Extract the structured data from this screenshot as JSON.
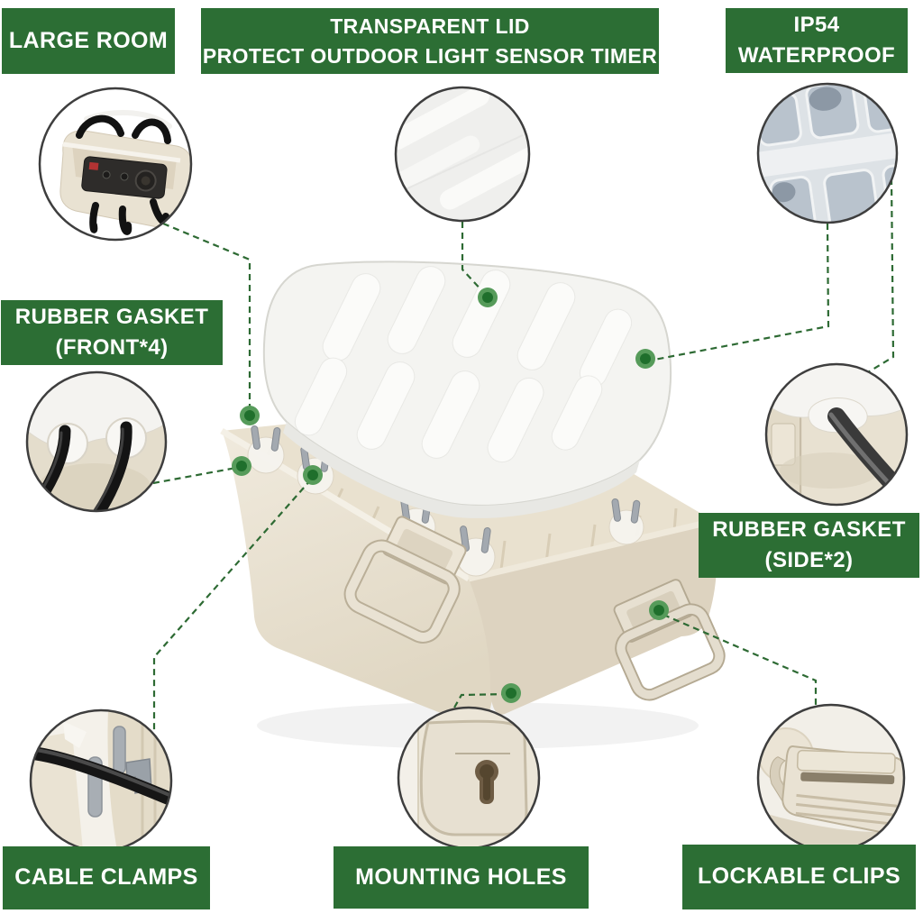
{
  "banners": {
    "large_room": {
      "line1": "LARGE ROOM"
    },
    "transparent_lid": {
      "line1": "TRANSPARENT LID",
      "line2": "PROTECT OUTDOOR LIGHT SENSOR TIMER"
    },
    "ip54": {
      "line1": "IP54",
      "line2": "WATERPROOF"
    },
    "rubber_gasket_front": {
      "line1": "RUBBER GASKET",
      "line2": "(FRONT*4)"
    },
    "rubber_gasket_side": {
      "line1": "RUBBER GASKET",
      "line2": "(SIDE*2)"
    },
    "cable_clamps": {
      "line1": "CABLE CLAMPS"
    },
    "mounting_holes": {
      "line1": "MOUNTING HOLES"
    },
    "lockable_clips": {
      "line1": "LOCKABLE CLIPS"
    }
  },
  "callout_photos": {
    "large_room": "open-box-interior-with-power-strip-timer-and-cables-photo",
    "transparent_lid": "translucent-lid-surface-closeup-photo",
    "ip54": "lid-rib-pattern-closeup-photo",
    "rubber_gasket_front": "two-cables-through-front-rubber-gaskets-photo",
    "rubber_gasket_side": "thick-cable-through-side-rubber-gasket-photo",
    "cable_clamps": "cable-held-by-grey-plastic-clamps-photo",
    "mounting_holes": "keyhole-mounting-slot-photo",
    "lockable_clips": "cream-latch-clip-closeup-photo"
  },
  "colors": {
    "banner_green": "#2c6e34",
    "leader_line_green": "#2d6a33",
    "dot_outer_green": "#569b5a",
    "dot_inner_green": "#1f6f2c",
    "box_cream": "#e9e1cf",
    "lid_white": "#f4f4f1",
    "circle_border": "#3e3e3e",
    "background": "#ffffff"
  }
}
